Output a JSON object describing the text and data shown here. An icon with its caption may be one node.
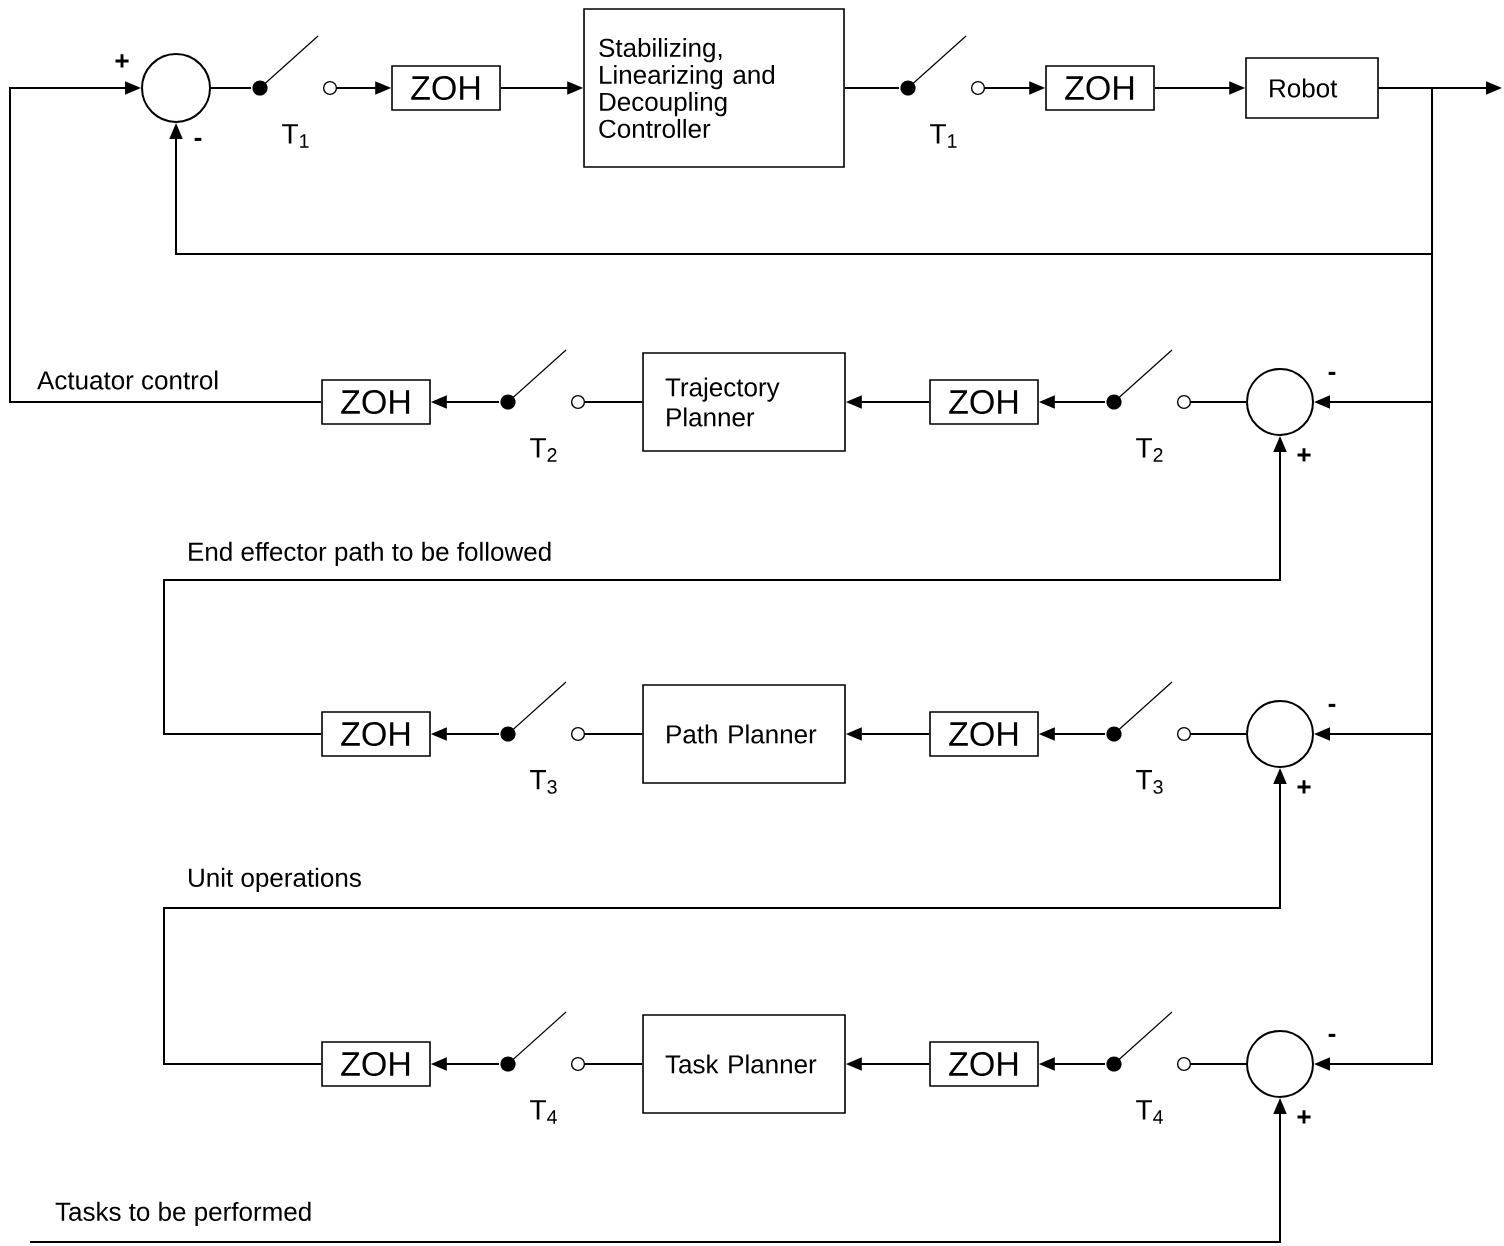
{
  "diagram": {
    "nodes": [
      {
        "text": [],
        "shape": "circle",
        "beside": [
          "+",
          "-"
        ]
      },
      {
        "text": [],
        "shape": "switch",
        "beside": [
          "T$_{1}$"
        ]
      },
      {
        "text": [
          "ZOH"
        ]
      },
      {
        "text": [
          "Stabilizing, Linearizing and Decoupling Controller"
        ]
      },
      {
        "text": [],
        "shape": "switch",
        "beside": [
          "T$_{1}$"
        ]
      },
      {
        "text": [
          "ZOH"
        ]
      },
      {
        "text": [
          "Robot"
        ]
      },
      {
        "text": [
          "ZOH"
        ]
      },
      {
        "text": [],
        "shape": "switch",
        "beside": [
          "T$_{2}$"
        ]
      },
      {
        "text": [
          "Trajectory Planner"
        ]
      },
      {
        "text": [
          "ZOH"
        ]
      },
      {
        "text": [],
        "shape": "switch",
        "beside": [
          "T$_{2}$"
        ]
      },
      {
        "text": [],
        "shape": "circle",
        "beside": [
          "-",
          "+"
        ]
      },
      {
        "text": [
          "ZOH"
        ]
      },
      {
        "text": [],
        "shape": "switch",
        "beside": [
          "T$_{3}$"
        ]
      },
      {
        "text": [
          "Path Planner"
        ]
      },
      {
        "text": [
          "ZOH"
        ]
      },
      {
        "text": [],
        "shape": "switch",
        "beside": [
          "T$_{3}$"
        ]
      },
      {
        "text": [],
        "shape": "circle",
        "beside": [
          "-",
          "+"
        ]
      },
      {
        "text": [
          "ZOH"
        ]
      },
      {
        "text": [],
        "shape": "switch",
        "beside": [
          "T$_{4}$"
        ]
      },
      {
        "text": [
          "Task Planner"
        ]
      },
      {
        "text": [
          "ZOH"
        ]
      },
      {
        "text": [],
        "shape": "switch",
        "beside": [
          "T$_{4}$"
        ]
      },
      {
        "text": [],
        "shape": "circle",
        "beside": [
          "-",
          "+"
        ]
      }
    ],
    "edges": [
      {
        "from": 0,
        "to": 1,
        "arrow": "none"
      },
      {
        "from": 1,
        "to": 2,
        "arrow": "to"
      },
      {
        "from": 2,
        "to": 3,
        "arrow": "to"
      },
      {
        "from": 3,
        "to": 4,
        "arrow": "none"
      },
      {
        "from": 4,
        "to": 5,
        "arrow": "to"
      },
      {
        "from": 5,
        "to": 6,
        "arrow": "to"
      },
      {
        "from": 6,
        "to": null,
        "arrow": "to"
      },
      {
        "from": 6,
        "to": 0,
        "arrow": "to"
      },
      {
        "from": 6,
        "to": 12,
        "arrow": "to"
      },
      {
        "from": 6,
        "to": 18,
        "arrow": "to"
      },
      {
        "from": 6,
        "to": 24,
        "arrow": "to"
      },
      {
        "from": 7,
        "to": 0,
        "arrow": "to",
        "label": "Actuator control"
      },
      {
        "from": 12,
        "to": 11,
        "arrow": "none"
      },
      {
        "from": 11,
        "to": 10,
        "arrow": "to"
      },
      {
        "from": 10,
        "to": 9,
        "arrow": "to"
      },
      {
        "from": 9,
        "to": 8,
        "arrow": "none"
      },
      {
        "from": 8,
        "to": 7,
        "arrow": "to"
      },
      {
        "from": 13,
        "to": 12,
        "arrow": "to",
        "label": "End effector path to be followed"
      },
      {
        "from": 18,
        "to": 17,
        "arrow": "none"
      },
      {
        "from": 17,
        "to": 16,
        "arrow": "to"
      },
      {
        "from": 16,
        "to": 15,
        "arrow": "to"
      },
      {
        "from": 15,
        "to": 14,
        "arrow": "none"
      },
      {
        "from": 14,
        "to": 13,
        "arrow": "to"
      },
      {
        "from": 19,
        "to": 18,
        "arrow": "to",
        "label": "Unit operations"
      },
      {
        "from": 24,
        "to": 23,
        "arrow": "none"
      },
      {
        "from": 23,
        "to": 22,
        "arrow": "to"
      },
      {
        "from": 22,
        "to": 21,
        "arrow": "to"
      },
      {
        "from": 21,
        "to": 20,
        "arrow": "none"
      },
      {
        "from": 20,
        "to": 19,
        "arrow": "to"
      },
      {
        "from": null,
        "to": 24,
        "arrow": "to",
        "label": "Tasks to be performed"
      }
    ]
  }
}
